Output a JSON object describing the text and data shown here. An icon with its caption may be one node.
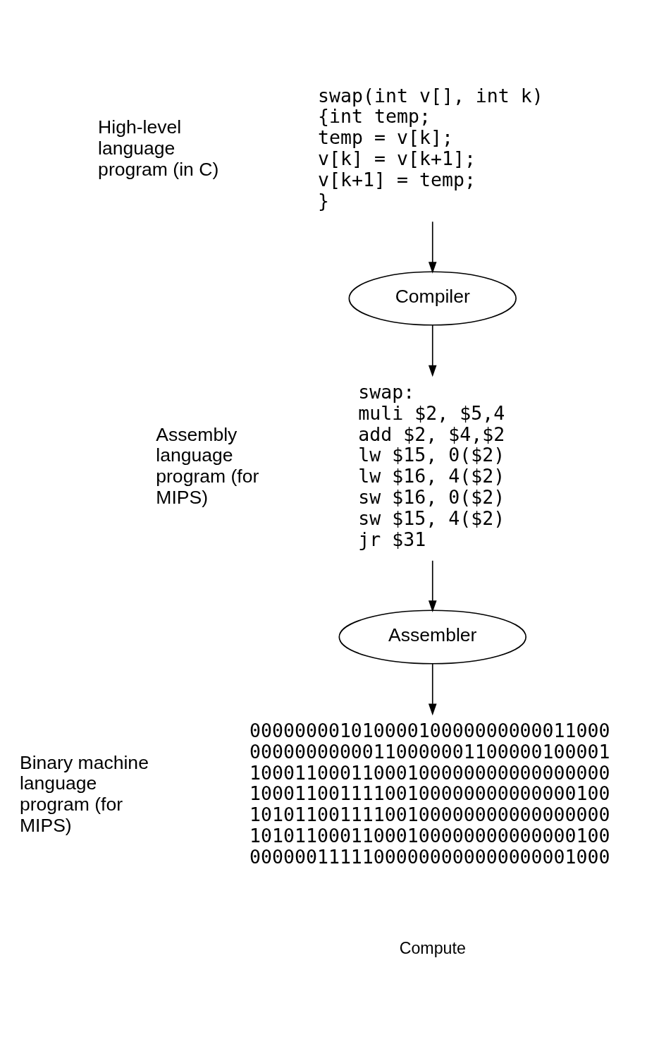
{
  "diagram": {
    "nodes": [
      {
        "text": [
          "swap(int v[], int k)",
          "{int temp;",
          "temp = v[k];",
          "v[k] = v[k+1];",
          "v[k+1] = temp;",
          "}"
        ]
      },
      {
        "text": [
          "Compiler"
        ]
      },
      {
        "text": [
          "swap:",
          "muli $2, $5,4",
          "add $2, $4,$2",
          "lw $15, 0($2)",
          "lw $16, 4($2)",
          "sw $16, 0($2)",
          "sw $15, 4($2)",
          "jr $31"
        ]
      },
      {
        "text": [
          "Assembler"
        ]
      },
      {
        "text": [
          "00000000101000010000000000011000",
          "00000000000110000001100000100001",
          "10001100011000100000000000000000",
          "10001100111100100000000000000100",
          "10101100111100100000000000000000",
          "10101100011000100000000000000100",
          "00000011111000000000000000001000"
        ]
      }
    ],
    "edges": [
      {
        "from": 0,
        "to": 1,
        "arrow": "to"
      },
      {
        "from": 1,
        "to": 2,
        "arrow": "to"
      },
      {
        "from": 2,
        "to": 3,
        "arrow": "to"
      },
      {
        "from": 3,
        "to": 4,
        "arrow": "to"
      }
    ],
    "labels": [
      "High-level language program (in C)",
      "Assembly language program (for MIPS)",
      "Binary machine language program (for MIPS)",
      "Compute"
    ]
  }
}
